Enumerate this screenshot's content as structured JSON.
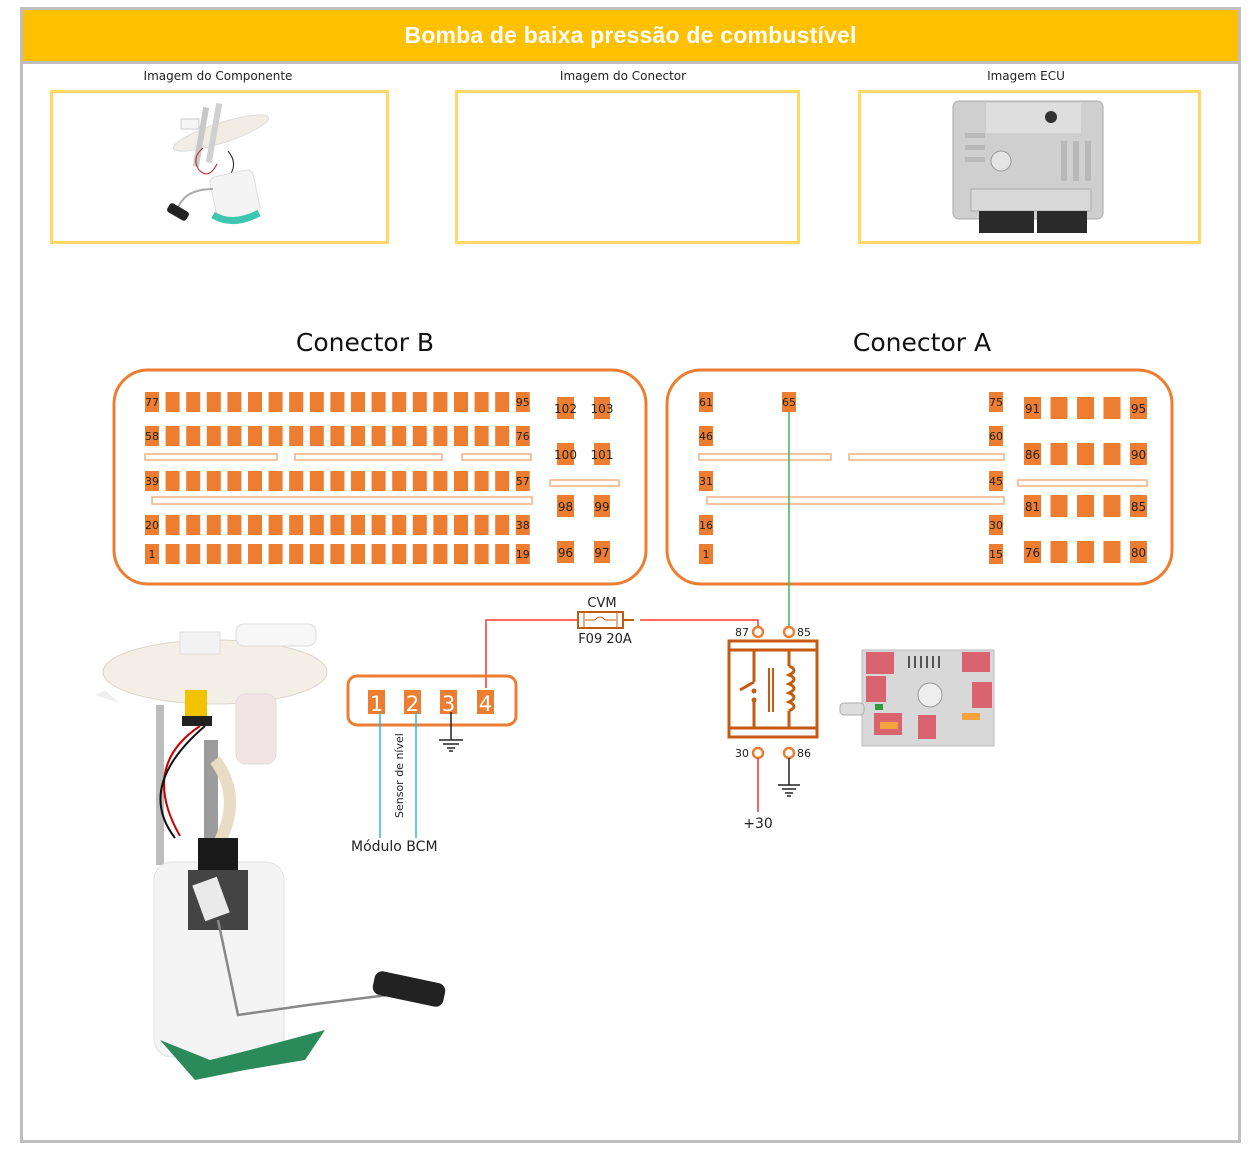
{
  "header": {
    "title": "Bomba de baixa pressão de combustível"
  },
  "image_panels": [
    {
      "label": "Imagem do Componente",
      "content": "fuel-pump-module-photo"
    },
    {
      "label": "Imagem do Conector",
      "content": "empty"
    },
    {
      "label": "Imagem ECU",
      "content": "ecu-photo"
    }
  ],
  "connector_b": {
    "title": "Conector B",
    "rows": [
      {
        "first": "77",
        "last": "95",
        "count": 19
      },
      {
        "first": "58",
        "last": "76",
        "count": 19
      },
      {
        "first": "39",
        "last": "57",
        "count": 19
      },
      {
        "first": "20",
        "last": "38",
        "count": 19
      },
      {
        "first": "1",
        "last": "19",
        "count": 19
      }
    ],
    "side_pins": [
      [
        "102",
        "103"
      ],
      [
        "100",
        "101"
      ],
      [
        "98",
        "99"
      ],
      [
        "96",
        "97"
      ]
    ]
  },
  "connector_a": {
    "title": "Conector A",
    "rows": [
      {
        "first": "61",
        "last": "75",
        "extra": "65"
      },
      {
        "first": "46",
        "last": "60"
      },
      {
        "first": "31",
        "last": "45"
      },
      {
        "first": "16",
        "last": "30"
      },
      {
        "first": "1",
        "last": "15"
      }
    ],
    "side_rows": [
      {
        "first": "91",
        "last": "95",
        "count": 5
      },
      {
        "first": "86",
        "last": "90",
        "count": 5
      },
      {
        "first": "81",
        "last": "85",
        "count": 5
      },
      {
        "first": "76",
        "last": "80",
        "count": 5
      }
    ]
  },
  "component_connector": {
    "pins": [
      "1",
      "2",
      "3",
      "4"
    ],
    "pin3_ground": true
  },
  "fuse": {
    "name": "CVM",
    "label": "F09 20A"
  },
  "relay": {
    "pins": {
      "top_left": "87",
      "top_right": "85",
      "bottom_left": "30",
      "bottom_right": "86"
    },
    "supply_label": "+30"
  },
  "wiring_labels": {
    "sensor": "Sensor de nível",
    "module": "Módulo BCM"
  },
  "colors": {
    "header": "#ffc000",
    "panel_border": "#ffd966",
    "connector": "#ed7d31",
    "wire_power": "#ff3333",
    "wire_signal": "#3cba54",
    "wire_sensor": "#33b5e5",
    "frame": "#bfbfbf"
  }
}
